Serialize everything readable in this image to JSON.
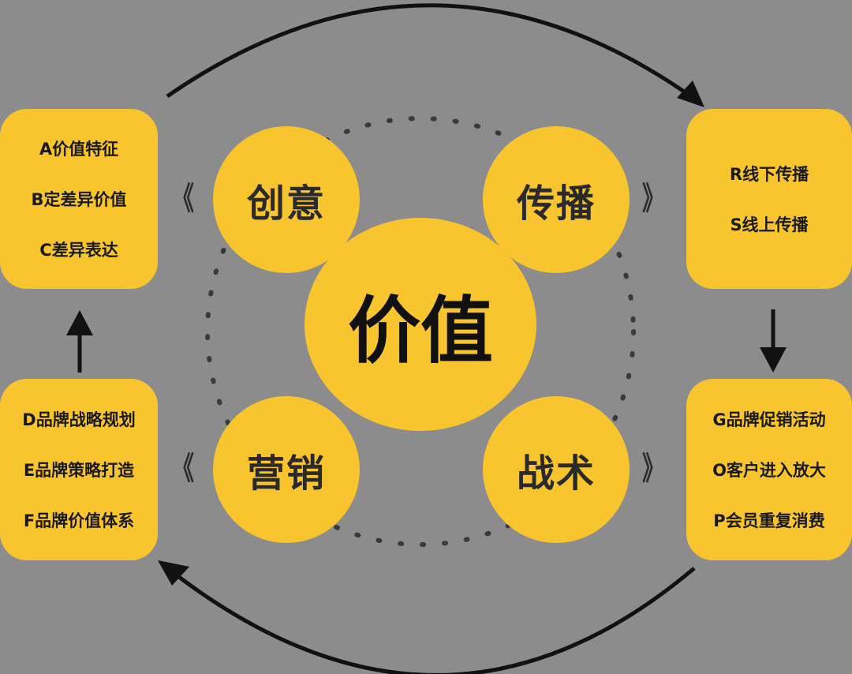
{
  "center": {
    "label": "价值"
  },
  "circles": {
    "top_left": "创意",
    "top_right": "传播",
    "bottom_left": "营销",
    "bottom_right": "战术"
  },
  "boxes": {
    "top_left": [
      "A价值特征",
      "B定差异价值",
      "C差异表达"
    ],
    "top_right": [
      "R线下传播",
      "S线上传播"
    ],
    "bottom_left": [
      "D品牌战略规划",
      "E品牌策略打造",
      "F品牌价值体系"
    ],
    "bottom_right": [
      "G品牌促销活动",
      "O客户进入放大",
      "P会员重复消费"
    ]
  },
  "chevrons": {
    "left": "《",
    "right": "》"
  },
  "colors": {
    "background": "#8c8c8c",
    "accent": "#f8c52f",
    "text": "#1a1a1a",
    "arrow": "#111111"
  }
}
